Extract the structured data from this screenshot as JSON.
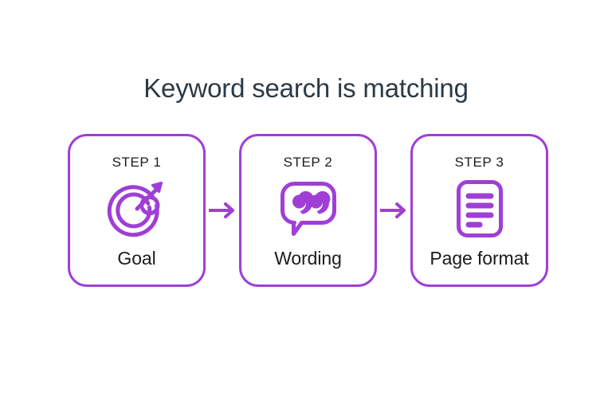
{
  "page": {
    "title": "Keyword search is matching",
    "background_color": "#ffffff",
    "title_color": "#2b3a44",
    "accent_color": "#9f3fd6",
    "label_color": "#1b1b1b"
  },
  "steps": [
    {
      "eyebrow": "STEP 1",
      "label": "Goal",
      "icon": "target-arrow-icon"
    },
    {
      "eyebrow": "STEP 2",
      "label": "Wording",
      "icon": "speech-bubble-quotes-icon"
    },
    {
      "eyebrow": "STEP 3",
      "label": "Page format",
      "icon": "document-lines-icon"
    }
  ],
  "connectors": [
    {
      "icon": "arrow-right-icon"
    },
    {
      "icon": "arrow-right-icon"
    }
  ]
}
